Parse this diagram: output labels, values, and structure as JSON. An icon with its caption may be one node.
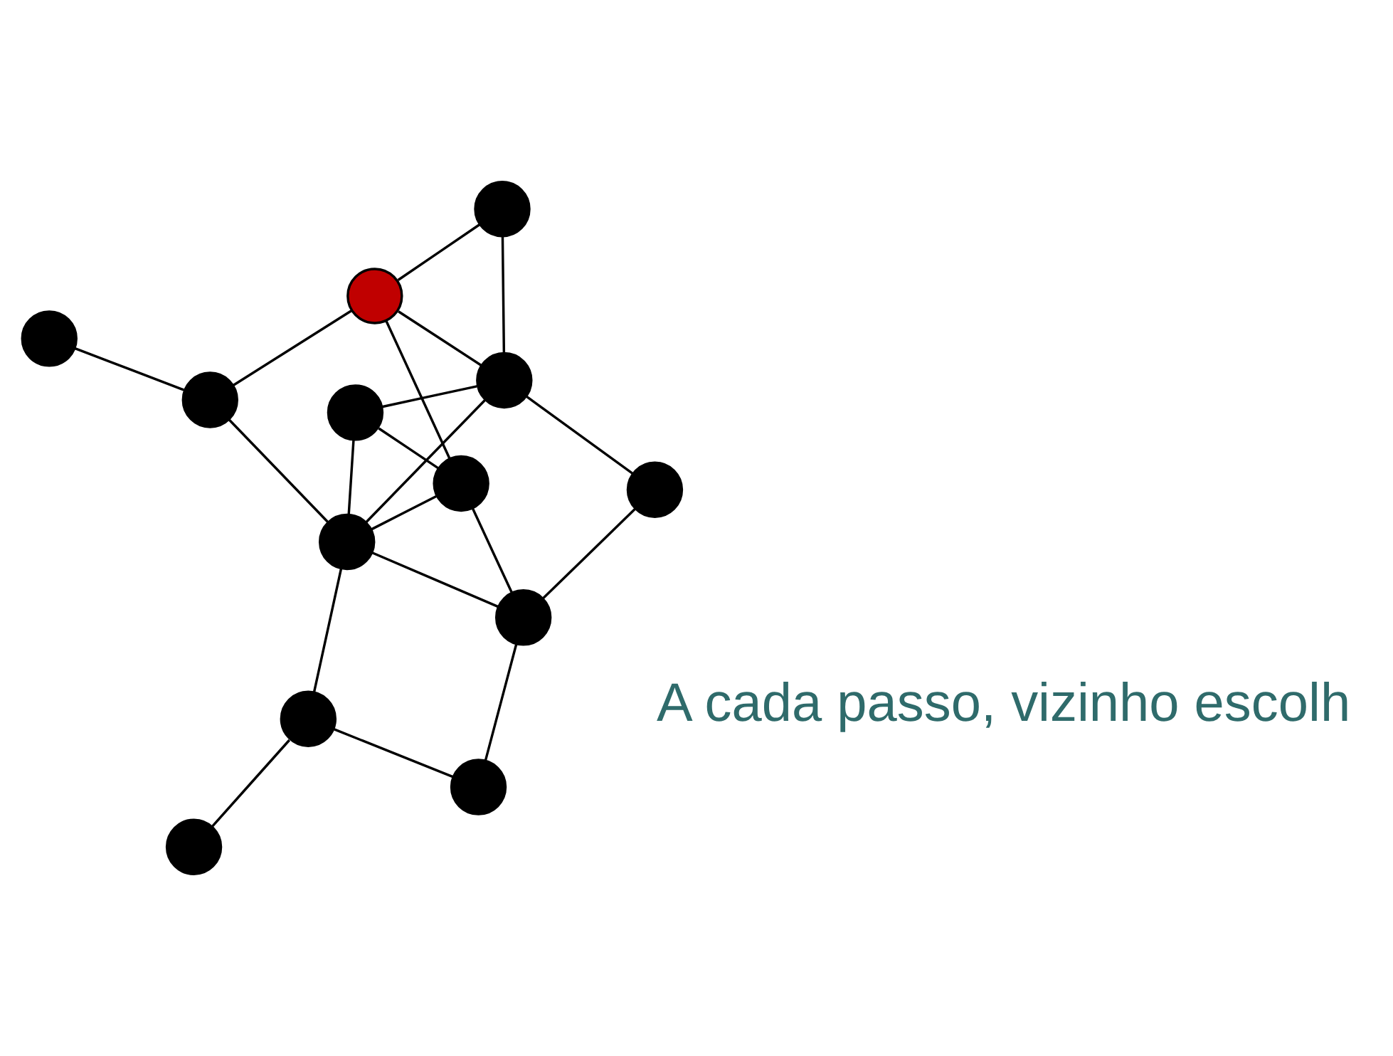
{
  "diagram": {
    "nodes": [
      {
        "text": [],
        "shape": "circle"
      },
      {
        "text": [],
        "shape": "circle"
      },
      {
        "text": [],
        "shape": "circle"
      },
      {
        "text": [],
        "shape": "circle"
      },
      {
        "text": [],
        "shape": "circle"
      },
      {
        "text": [],
        "shape": "circle"
      },
      {
        "text": [],
        "shape": "circle"
      },
      {
        "text": [],
        "shape": "circle"
      },
      {
        "text": [],
        "shape": "circle"
      },
      {
        "text": [],
        "shape": "circle"
      },
      {
        "text": [],
        "shape": "circle"
      },
      {
        "text": [],
        "shape": "circle"
      },
      {
        "text": [],
        "shape": "circle"
      }
    ],
    "edges": [
      {
        "from": 0,
        "to": 2,
        "arrow": "none"
      },
      {
        "from": 2,
        "to": 3,
        "arrow": "none"
      },
      {
        "from": 3,
        "to": 1,
        "arrow": "none"
      },
      {
        "from": 1,
        "to": 7,
        "arrow": "none"
      },
      {
        "from": 2,
        "to": 6,
        "arrow": "none"
      },
      {
        "from": 4,
        "to": 5,
        "arrow": "none"
      },
      {
        "from": 5,
        "to": 3,
        "arrow": "none"
      },
      {
        "from": 3,
        "to": 7,
        "arrow": "none"
      },
      {
        "from": 4,
        "to": 6,
        "arrow": "none"
      },
      {
        "from": 4,
        "to": 7,
        "arrow": "none"
      },
      {
        "from": 5,
        "to": 6,
        "arrow": "none"
      },
      {
        "from": 5,
        "to": 10,
        "arrow": "none"
      },
      {
        "from": 6,
        "to": 7,
        "arrow": "none"
      },
      {
        "from": 7,
        "to": 8,
        "arrow": "none"
      },
      {
        "from": 6,
        "to": 10,
        "arrow": "none"
      },
      {
        "from": 9,
        "to": 6,
        "arrow": "none"
      },
      {
        "from": 9,
        "to": 11,
        "arrow": "none"
      },
      {
        "from": 9,
        "to": 12,
        "arrow": "none"
      },
      {
        "from": 12,
        "to": 10,
        "arrow": "none"
      },
      {
        "from": 10,
        "to": 8,
        "arrow": "none"
      }
    ],
    "labels": [
      "A cada passo, vizinho escolh"
    ]
  }
}
